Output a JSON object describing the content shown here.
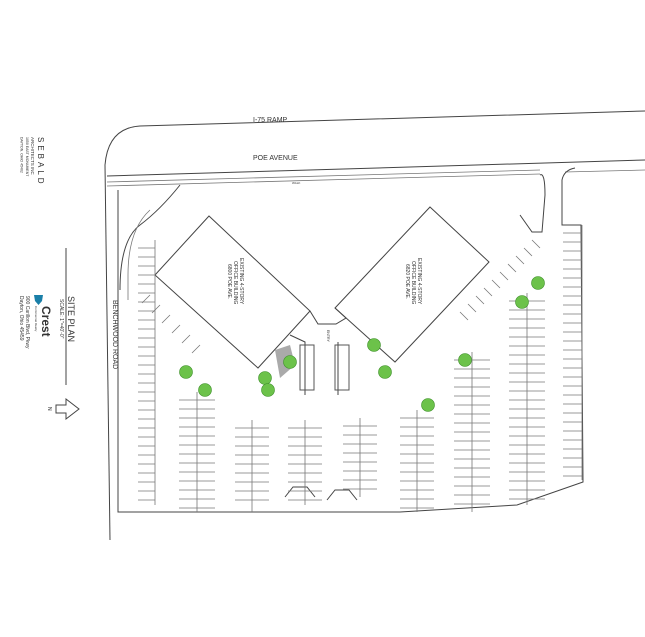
{
  "title_block": {
    "architect_name": "SEBALD",
    "architect_sub": "ARCHITECTS INC",
    "architect_address_1": "1050 EAST MONUMENT",
    "architect_address_2": "DAYTON, OHIO 45402",
    "sheet_title": "SITE PLAN",
    "scale": "SCALE: 1\"=40'-0\"",
    "client_logo": "Crest",
    "client_tagline": "Commercial Realty",
    "client_address_1": "900 Carillon Blvd, Pkwy",
    "client_address_2": "Dayton, Ohio 45459",
    "north_label": "N"
  },
  "roads": {
    "ramp": "I-75 RAMP",
    "avenue": "POE AVENUE",
    "side": "BENCHWOOD ROAD",
    "walk": "WALK"
  },
  "buildings": [
    {
      "line1": "EXISTING 4-STORY",
      "line2": "OFFICE BUILDING",
      "line3": "6800 POE AVE."
    },
    {
      "line1": "EXISTING 4-STORY",
      "line2": "OFFICE BUILDING",
      "line3": "6820 POE AVE."
    }
  ],
  "center_label": "ENTRY",
  "colors": {
    "tree": "#6cc24a",
    "tree_dark": "#3d8f2a",
    "logo": "#1a7fa8",
    "line": "#444444"
  }
}
